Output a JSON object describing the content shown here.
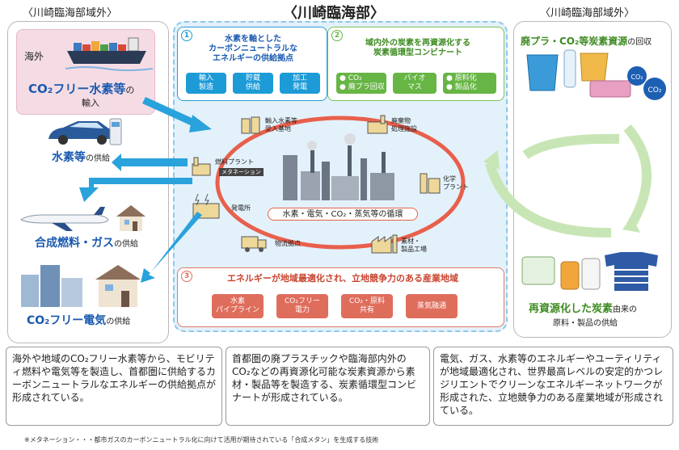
{
  "headers": {
    "left": "〈川崎臨海部域外〉",
    "center": "〈川崎臨海部〉",
    "right": "〈川崎臨海部域外〉"
  },
  "left_panel": {
    "overseas_label": "海外",
    "import_title": "CO₂フリー水素等",
    "import_suffix": "の",
    "import_line2": "輸入",
    "hydrogen_title": "水素等",
    "hydrogen_suffix": "の供給",
    "fuel_title": "合成燃料・ガス",
    "fuel_suffix": "の供給",
    "elec_title": "CO₂フリー電気",
    "elec_suffix": "の供給"
  },
  "box1": {
    "number": "1",
    "title": "水素を軸とした\nカーボンニュートラルな\nエネルギーの供給拠点",
    "pills": [
      "輸入\n製造",
      "貯蔵\n供給",
      "加工\n発電"
    ]
  },
  "box2": {
    "number": "2",
    "title": "域内外の炭素を再資源化する\n炭素循環型コンビナート",
    "pills": [
      "● CO₂\n● 廃プラ回収",
      "バイオ\nマス",
      "● 原料化\n● 製品化"
    ]
  },
  "box3": {
    "number": "3",
    "title": "エネルギーが地域最適化され、立地競争力のある産業地域",
    "pills": [
      "水素\nパイプライン",
      "CO₂フリー\n電力",
      "CO₂・原料\n共有",
      "蒸気融通"
    ]
  },
  "nodes": {
    "import_base": "輸入水素等\n受入基地",
    "waste_plant": "廃棄物\n処理施設",
    "fuel_plant": "燃料プラント",
    "methanation": "メタネーション",
    "power_plant": "発電所",
    "chemical_plant": "化学\nプラント",
    "logistics": "物流拠点",
    "materials": "素材・\n製品工場",
    "cycle_label": "水素・電気・CO₂・蒸気等の循環"
  },
  "right_panel": {
    "top_title": "廃プラ・CO₂等炭素資源",
    "top_suffix": "の回収",
    "co2_badge": "CO₂",
    "bottom_title": "再資源化した炭素",
    "bottom_suffix": "由来の",
    "bottom_line2": "原料・製品の供給"
  },
  "descriptions": {
    "left": "海外や地域のCO₂フリー水素等から、モビリティ燃料や電気等を製造し、首都圏に供給するカーボンニュートラルなエネルギーの供給拠点が形成されている。",
    "middle": "首都圏の廃プラスチックや臨海部内外のCO₂などの再資源化可能な炭素資源から素材・製品等を製造する、炭素循環型コンビナートが形成されている。",
    "right": "電気、ガス、水素等のエネルギーやユーティリティが地域最適化され、世界最高レベルの安定的かつレジリエントでクリーンなエネルギーネットワークが形成された、立地競争力のある産業地域が形成されている。"
  },
  "footnote": "※メタネーション・・・都市ガスのカーボンニュートラル化に向けて活用が期待されている「合成メタン」を生成する技術",
  "colors": {
    "blue": "#1d9bd7",
    "green": "#67b544",
    "red": "#df6d5c",
    "navy_text": "#1a5ab0",
    "cycle_ring": "#e8604c"
  }
}
